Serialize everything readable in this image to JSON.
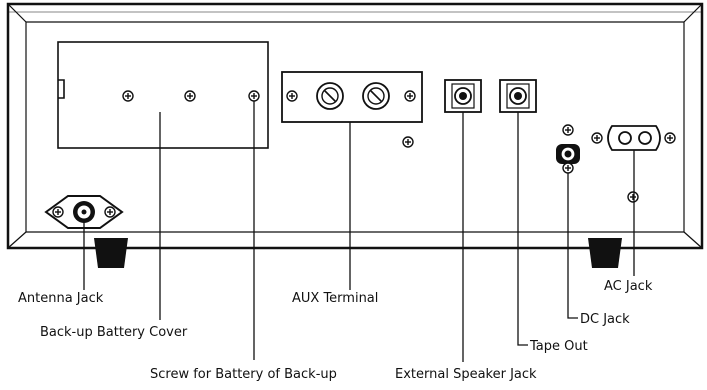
{
  "diagram": {
    "labels": {
      "antenna_jack": "Antenna Jack",
      "backup_battery_cover": "Back-up Battery Cover",
      "aux_terminal": "AUX Terminal",
      "screw_for_battery": "Screw for Battery of Back-up",
      "external_speaker_jack": "External Speaker Jack",
      "tape_out": "Tape Out",
      "dc_jack": "DC Jack",
      "ac_jack": "AC Jack"
    }
  }
}
